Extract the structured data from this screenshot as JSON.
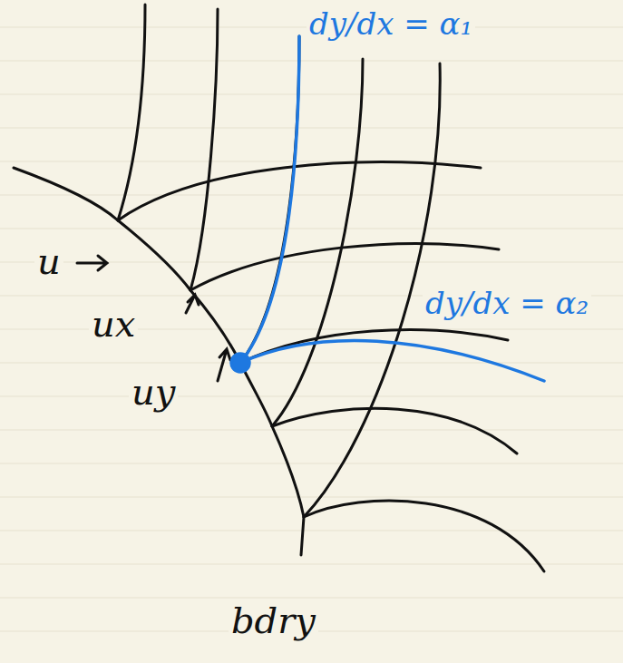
{
  "diagram": {
    "labels": [
      "dy/dx = α₁",
      "dy/dx = α₂",
      "u",
      "ux",
      "uy",
      "bdry"
    ]
  }
}
